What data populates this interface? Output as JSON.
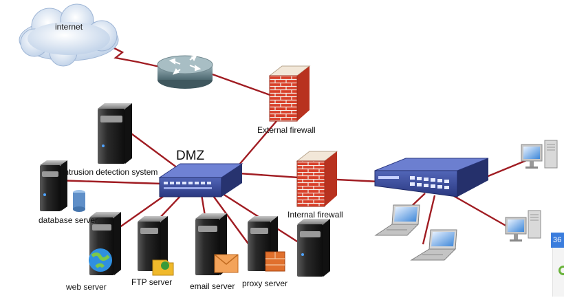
{
  "diagram": {
    "labels": {
      "internet": "internet",
      "external_firewall": "External firewall",
      "dmz": "DMZ",
      "ids": "Intrusion detection system",
      "database": "database server",
      "internal_firewall": "Internal firewall",
      "web": "web server",
      "ftp": "FTP server",
      "email": "email server",
      "proxy": "proxy server"
    },
    "link_color": "#a01c22"
  },
  "edge_badge": "36"
}
